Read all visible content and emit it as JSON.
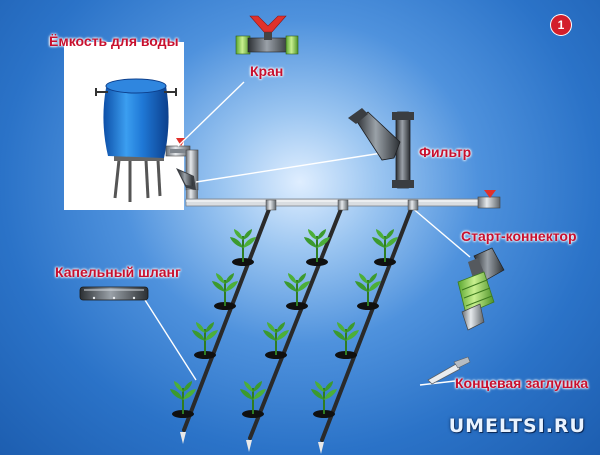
{
  "labels": {
    "water_tank": "Ёмкость для воды",
    "valve": "Кран",
    "filter": "Фильтр",
    "start_connector": "Старт-коннектор",
    "drip_hose": "Капельный шланг",
    "end_plug": "Концевая заглушка"
  },
  "badge_number": "1",
  "watermark": "UMELTSI.RU",
  "colors": {
    "label_red": "#c8102e",
    "tank_blue": "#1e7fd8",
    "valve_red": "#e0312b",
    "connector_green": "#8fd14f",
    "plant_green": "#3c9a2e"
  }
}
